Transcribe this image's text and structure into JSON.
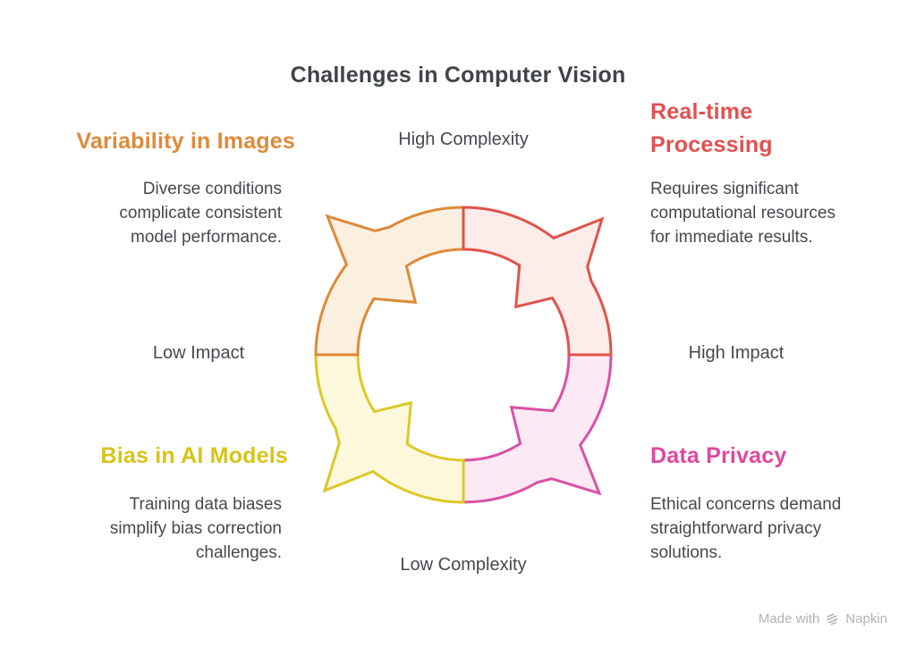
{
  "title": "Challenges in Computer Vision",
  "axis_labels": {
    "top": "High Complexity",
    "bottom": "Low Complexity",
    "left": "Low Impact",
    "right": "High Impact"
  },
  "quadrants": {
    "top_left": {
      "heading": "Variability in Images",
      "heading_color": "#DF8A39",
      "body": "Diverse conditions\ncomplicate consistent\nmodel performance."
    },
    "top_right": {
      "heading": "Real-time\nProcessing",
      "heading_color": "#E25151",
      "body": "Requires significant\ncomputational resources\nfor immediate results."
    },
    "bottom_left": {
      "heading": "Bias in AI Models",
      "heading_color": "#D8C318",
      "body": "Training data biases\nsimplify bias correction\nchallenges."
    },
    "bottom_right": {
      "heading": "Data Privacy",
      "heading_color": "#E0479E",
      "body": "Ethical concerns demand\nstraightforward privacy\nsolutions."
    }
  },
  "cycle_diagram": {
    "description": "four-segment circular cycle with clockwise arrows",
    "segments": [
      {
        "name": "bottom-right-pink",
        "fill": "#FBE9F4",
        "stroke": "#D951A5"
      },
      {
        "name": "bottom-left-yellow",
        "fill": "#FCF8DC",
        "stroke": "#DCC827"
      },
      {
        "name": "top-left-orange",
        "fill": "#FBEFE0",
        "stroke": "#DD8A38"
      },
      {
        "name": "top-right-red",
        "fill": "#FCECEA",
        "stroke": "#E0534B"
      }
    ]
  },
  "watermark": {
    "prefix": "Made with",
    "brand": "Napkin"
  }
}
